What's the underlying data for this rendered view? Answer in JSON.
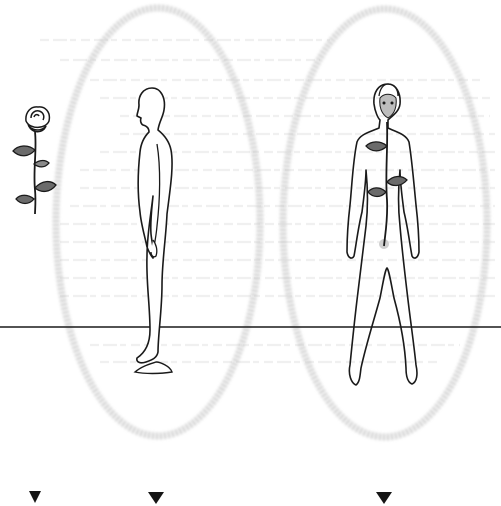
{
  "figure": {
    "panels": [
      {
        "subject": "rose"
      },
      {
        "subject": "human-profile"
      },
      {
        "subject": "human-front"
      }
    ],
    "colors": {
      "ink": "#1a1a1a",
      "aura": "#c4c4c4",
      "background": "#ffffff",
      "faint_text": "#e6e6e6"
    }
  }
}
